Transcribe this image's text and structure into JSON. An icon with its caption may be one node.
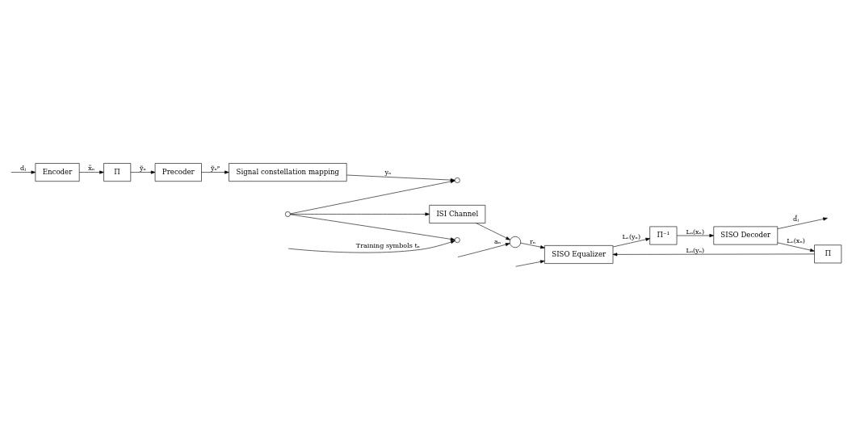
{
  "diagram": {
    "nodes": [
      {
        "text": [
          "Encoder"
        ]
      },
      {
        "text": [
          "Π"
        ]
      },
      {
        "text": [
          "Precoder"
        ]
      },
      {
        "text": [
          "Signal constellation mapping"
        ]
      },
      {
        "text": [],
        "shape": "circle"
      },
      {
        "text": [],
        "shape": "circle"
      },
      {
        "text": [],
        "shape": "circle"
      },
      {
        "text": [
          "ISI Channel"
        ]
      },
      {
        "text": [],
        "shape": "circle"
      },
      {
        "text": [
          "SISO Equalizer"
        ]
      },
      {
        "text": [
          "Π⁻¹"
        ]
      },
      {
        "text": [
          "SISO Decoder"
        ]
      },
      {
        "text": [
          "Π"
        ]
      }
    ],
    "edges": [
      {
        "from": null,
        "to": 0,
        "arrow": "to",
        "label": "dⱼ"
      },
      {
        "from": 0,
        "to": 1,
        "arrow": "to",
        "label": "x̃ₙ"
      },
      {
        "from": 1,
        "to": 2,
        "arrow": "to",
        "label": "ỹₙ"
      },
      {
        "from": 2,
        "to": 3,
        "arrow": "to",
        "label": "ỹₙᵖ"
      },
      {
        "from": 3,
        "to": 4,
        "arrow": "to",
        "label": "yₙ"
      },
      {
        "from": null,
        "to": 5,
        "arrow": "to",
        "label": "Training symbols tₙ"
      },
      {
        "from": null,
        "to": 9,
        "arrow": "to"
      },
      {
        "from": 6,
        "to": 4,
        "arrow": "to"
      },
      {
        "from": 6,
        "to": 5,
        "arrow": "to"
      },
      {
        "from": 6,
        "to": 7,
        "arrow": "to"
      },
      {
        "from": 7,
        "to": 8,
        "arrow": "to"
      },
      {
        "from": null,
        "to": 8,
        "arrow": "to",
        "label": "aₙ"
      },
      {
        "from": 8,
        "to": 9,
        "arrow": "to",
        "label": "rₙ"
      },
      {
        "from": 9,
        "to": 10,
        "arrow": "to",
        "label": "Lₑ(yₙ)"
      },
      {
        "from": 10,
        "to": 11,
        "arrow": "to",
        "label": "Lₐ(xₙ)"
      },
      {
        "from": 11,
        "to": null,
        "arrow": "to",
        "label": "d̂ⱼ"
      },
      {
        "from": 11,
        "to": 12,
        "arrow": "to",
        "label": "Lₑ(xₙ)"
      },
      {
        "from": 12,
        "to": 9,
        "arrow": "to",
        "label": "Lₐ(yₙ)"
      }
    ]
  }
}
